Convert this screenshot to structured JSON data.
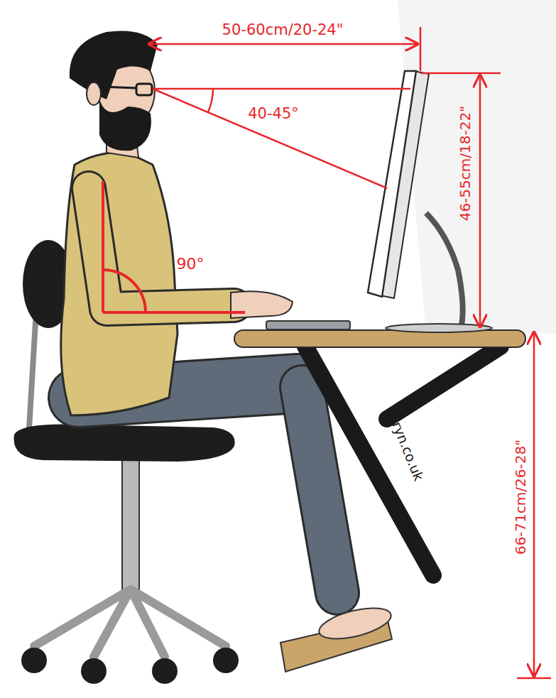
{
  "diagram": {
    "labels": [
      "50-60cm/20-24\"",
      "40-45°",
      "46-55cm/18-22\"",
      "90°",
      "66-71cm/26-28\"",
      "nryn.co.uk"
    ]
  }
}
